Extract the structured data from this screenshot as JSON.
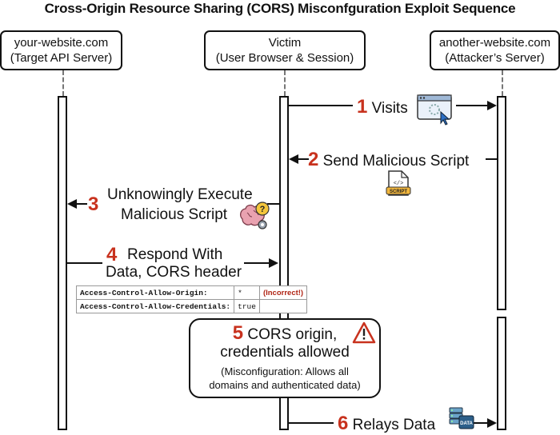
{
  "title": "Cross-Origin Resource Sharing (CORS) Misconfguration Exploit Sequence",
  "actors": [
    {
      "name": "your-website.com",
      "role": "(Target API Server)"
    },
    {
      "name": "Victim",
      "role": "(User Browser & Session)"
    },
    {
      "name": "another-website.com",
      "role": "(Attacker’s Server)"
    }
  ],
  "steps": [
    {
      "num": "1",
      "text": "Visits"
    },
    {
      "num": "2",
      "text": "Send Malicious Script"
    },
    {
      "num": "3",
      "line1": "Unknowingly Execute",
      "line2": "Malicious Script"
    },
    {
      "num": "4",
      "line1": "Respond With",
      "line2": "Data, CORS header"
    },
    {
      "num": "5",
      "line1": "CORS origin,",
      "line2": "credentials allowed",
      "detail_line1": "(Misconfiguration: Allows all",
      "detail_line2": "domains and authenticated data)"
    },
    {
      "num": "6",
      "text": "Relays Data"
    }
  ],
  "headers_table": [
    {
      "key": "Access-Control-Allow-Origin:",
      "value": "*",
      "note": "(Incorrect!)"
    },
    {
      "key": "Access-Control-Allow-Credentials:",
      "value": "true",
      "note": ""
    }
  ],
  "icons": {
    "visit": "browser-window-cursor-icon",
    "script": "script-file-icon",
    "brain": "brain-question-gear-icon",
    "warning": "warning-triangle-icon",
    "data": "data-server-icon"
  },
  "colors": {
    "step_number": "#c8321e",
    "incorrect": "#b02414",
    "warning": "#c8321e"
  }
}
